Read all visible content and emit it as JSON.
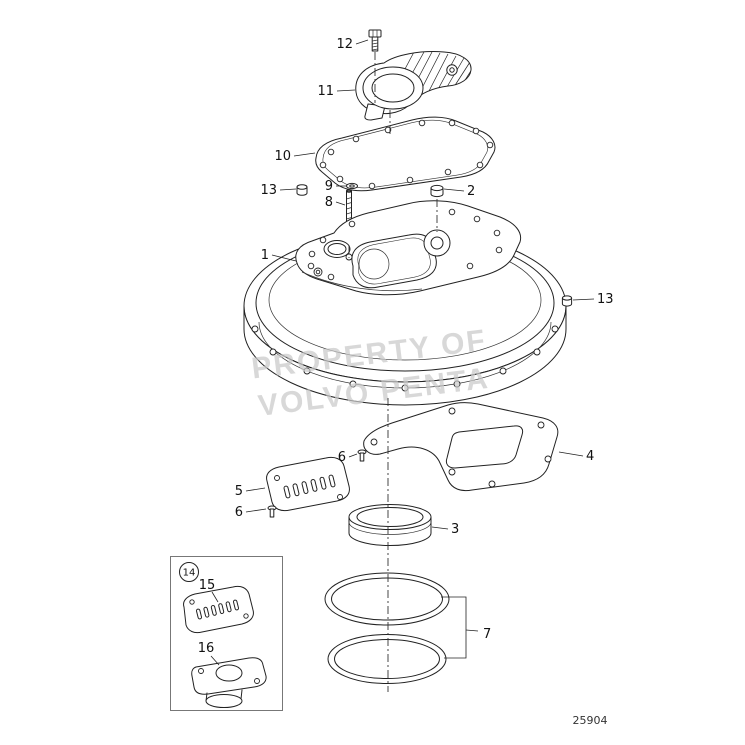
{
  "drawing": {
    "number": "25904",
    "watermark": {
      "line1": "PROPERTY OF",
      "line2": "VOLVO PENTA"
    }
  },
  "callouts": {
    "c1": "1",
    "c2": "2",
    "c3": "3",
    "c4": "4",
    "c5": "5",
    "c6_right": "6",
    "c6_left": "6",
    "c7": "7",
    "c8": "8",
    "c9": "9",
    "c10": "10",
    "c11": "11",
    "c12": "12",
    "c13_left": "13",
    "c13_right": "13",
    "c14": "14",
    "c15": "15",
    "c16": "16"
  }
}
